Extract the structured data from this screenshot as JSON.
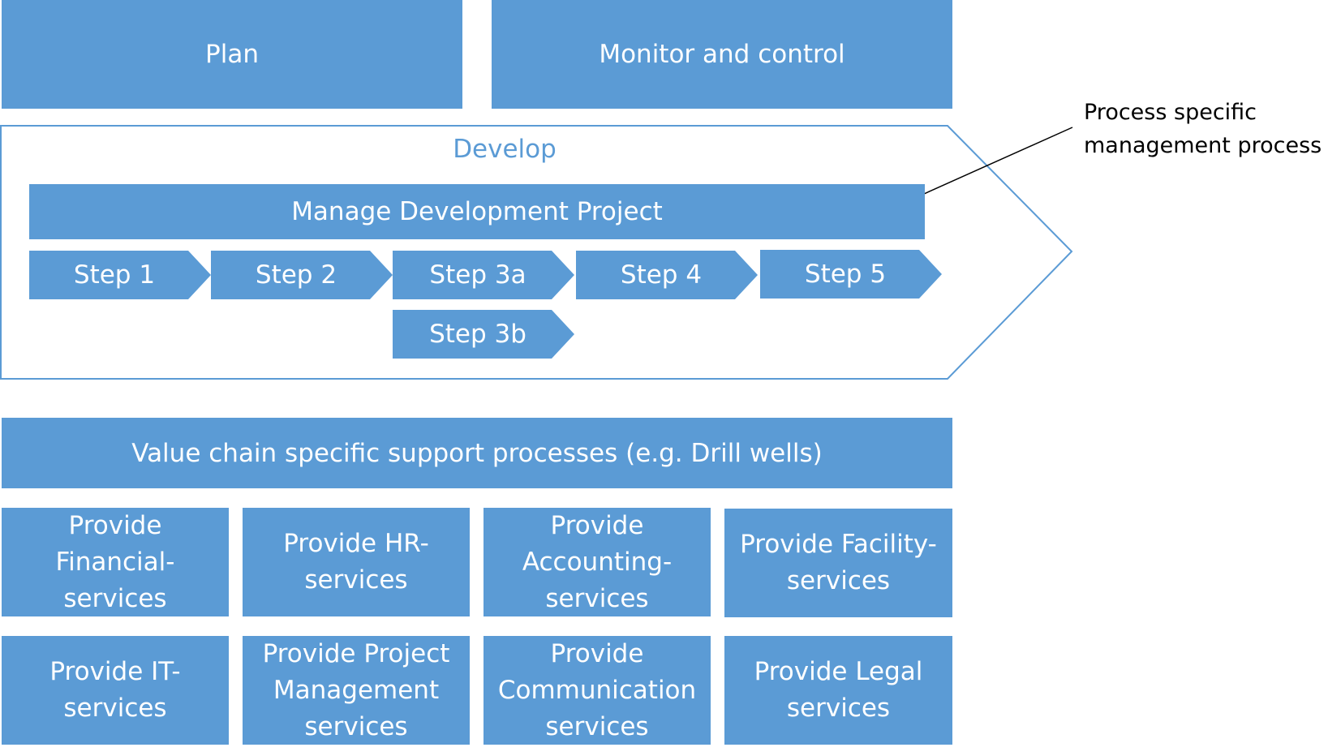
{
  "top_row": {
    "plan": "Plan",
    "monitor": "Monitor and control"
  },
  "develop": {
    "title": "Develop",
    "manage_project": "Manage Development Project",
    "steps": [
      "Step 1",
      "Step 2",
      "Step 3a",
      "Step 4",
      "Step 5",
      "Step 3b"
    ]
  },
  "annotation": {
    "line1": "Process specific",
    "line2": "management process"
  },
  "support": {
    "value_chain": "Value chain specific support processes (e.g. Drill wells)",
    "services_row1": [
      [
        "Provide",
        "Financial-",
        "services"
      ],
      [
        "Provide HR-",
        "services"
      ],
      [
        "Provide",
        "Accounting-",
        "services"
      ],
      [
        "Provide Facility-",
        "services"
      ]
    ],
    "services_row2": [
      [
        "Provide IT-",
        "services"
      ],
      [
        "Provide Project",
        "Management",
        "services"
      ],
      [
        "Provide",
        "Communication",
        "services"
      ],
      [
        "Provide Legal",
        "services"
      ]
    ]
  },
  "colors": {
    "box_fill": "#5b9bd5",
    "box_text": "#ffffff",
    "develop_outline": "#5b9bd5",
    "annotation_text": "#000000"
  }
}
